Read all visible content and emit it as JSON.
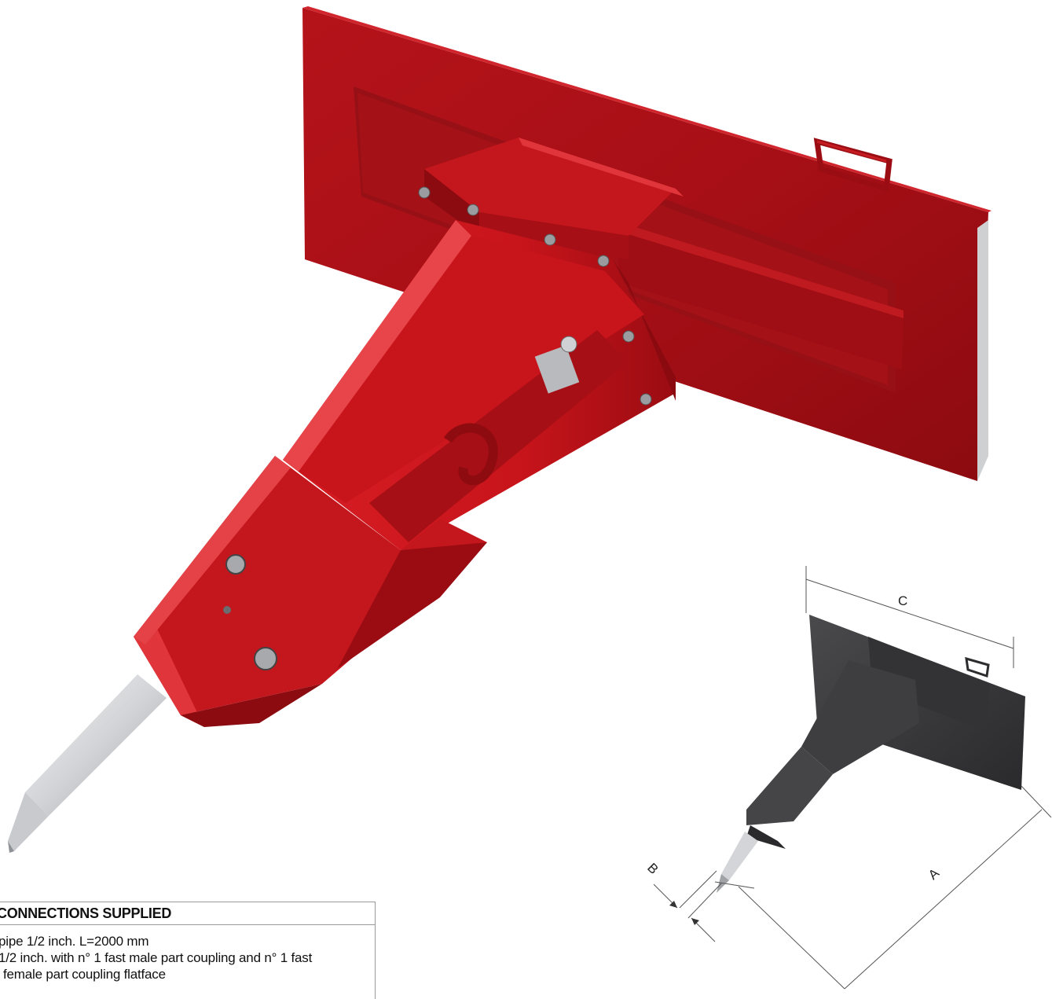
{
  "connections": {
    "title": "CONNECTIONS SUPPLIED",
    "lines": [
      "pipe 1/2 inch. L=2000 mm",
      "1/2 inch. with n° 1 fast male part coupling and n° 1 fast",
      "female part coupling flatface"
    ]
  },
  "dimensions": {
    "a": "A",
    "b": "B",
    "c": "C"
  },
  "colors": {
    "body_red": "#c8141b",
    "dark_red": "#8e0b10",
    "highlight_red": "#e0353a",
    "chisel": "#d9dadc",
    "thumbnail_gray": "#3a3a3c"
  }
}
